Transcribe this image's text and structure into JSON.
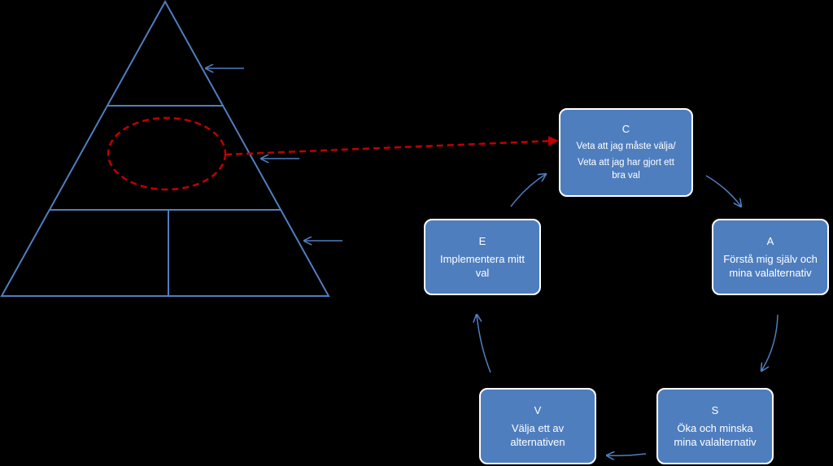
{
  "colors": {
    "background": "#000000",
    "box_fill": "#4f7ebf",
    "box_border": "#ffffff",
    "line": "#4f7ebf",
    "dashed_highlight": "#c00000"
  },
  "pyramid": {
    "levels": 3,
    "pointer_arrows": 3,
    "highlight": "dashed-ellipse"
  },
  "cycle": {
    "direction": "clockwise",
    "boxes": {
      "c": {
        "letter": "C",
        "lines": [
          "Veta att jag måste välja/",
          "Veta att jag har gjort ett",
          "bra val"
        ]
      },
      "a": {
        "letter": "A",
        "lines": [
          "Förstå mig själv och",
          "mina valalternativ"
        ]
      },
      "s": {
        "letter": "S",
        "lines": [
          "Öka och minska",
          "mina valalternativ"
        ]
      },
      "v": {
        "letter": "V",
        "lines": [
          "Välja ett av",
          "alternativen"
        ]
      },
      "e": {
        "letter": "E",
        "lines": [
          "Implementera mitt",
          "val"
        ]
      }
    }
  }
}
